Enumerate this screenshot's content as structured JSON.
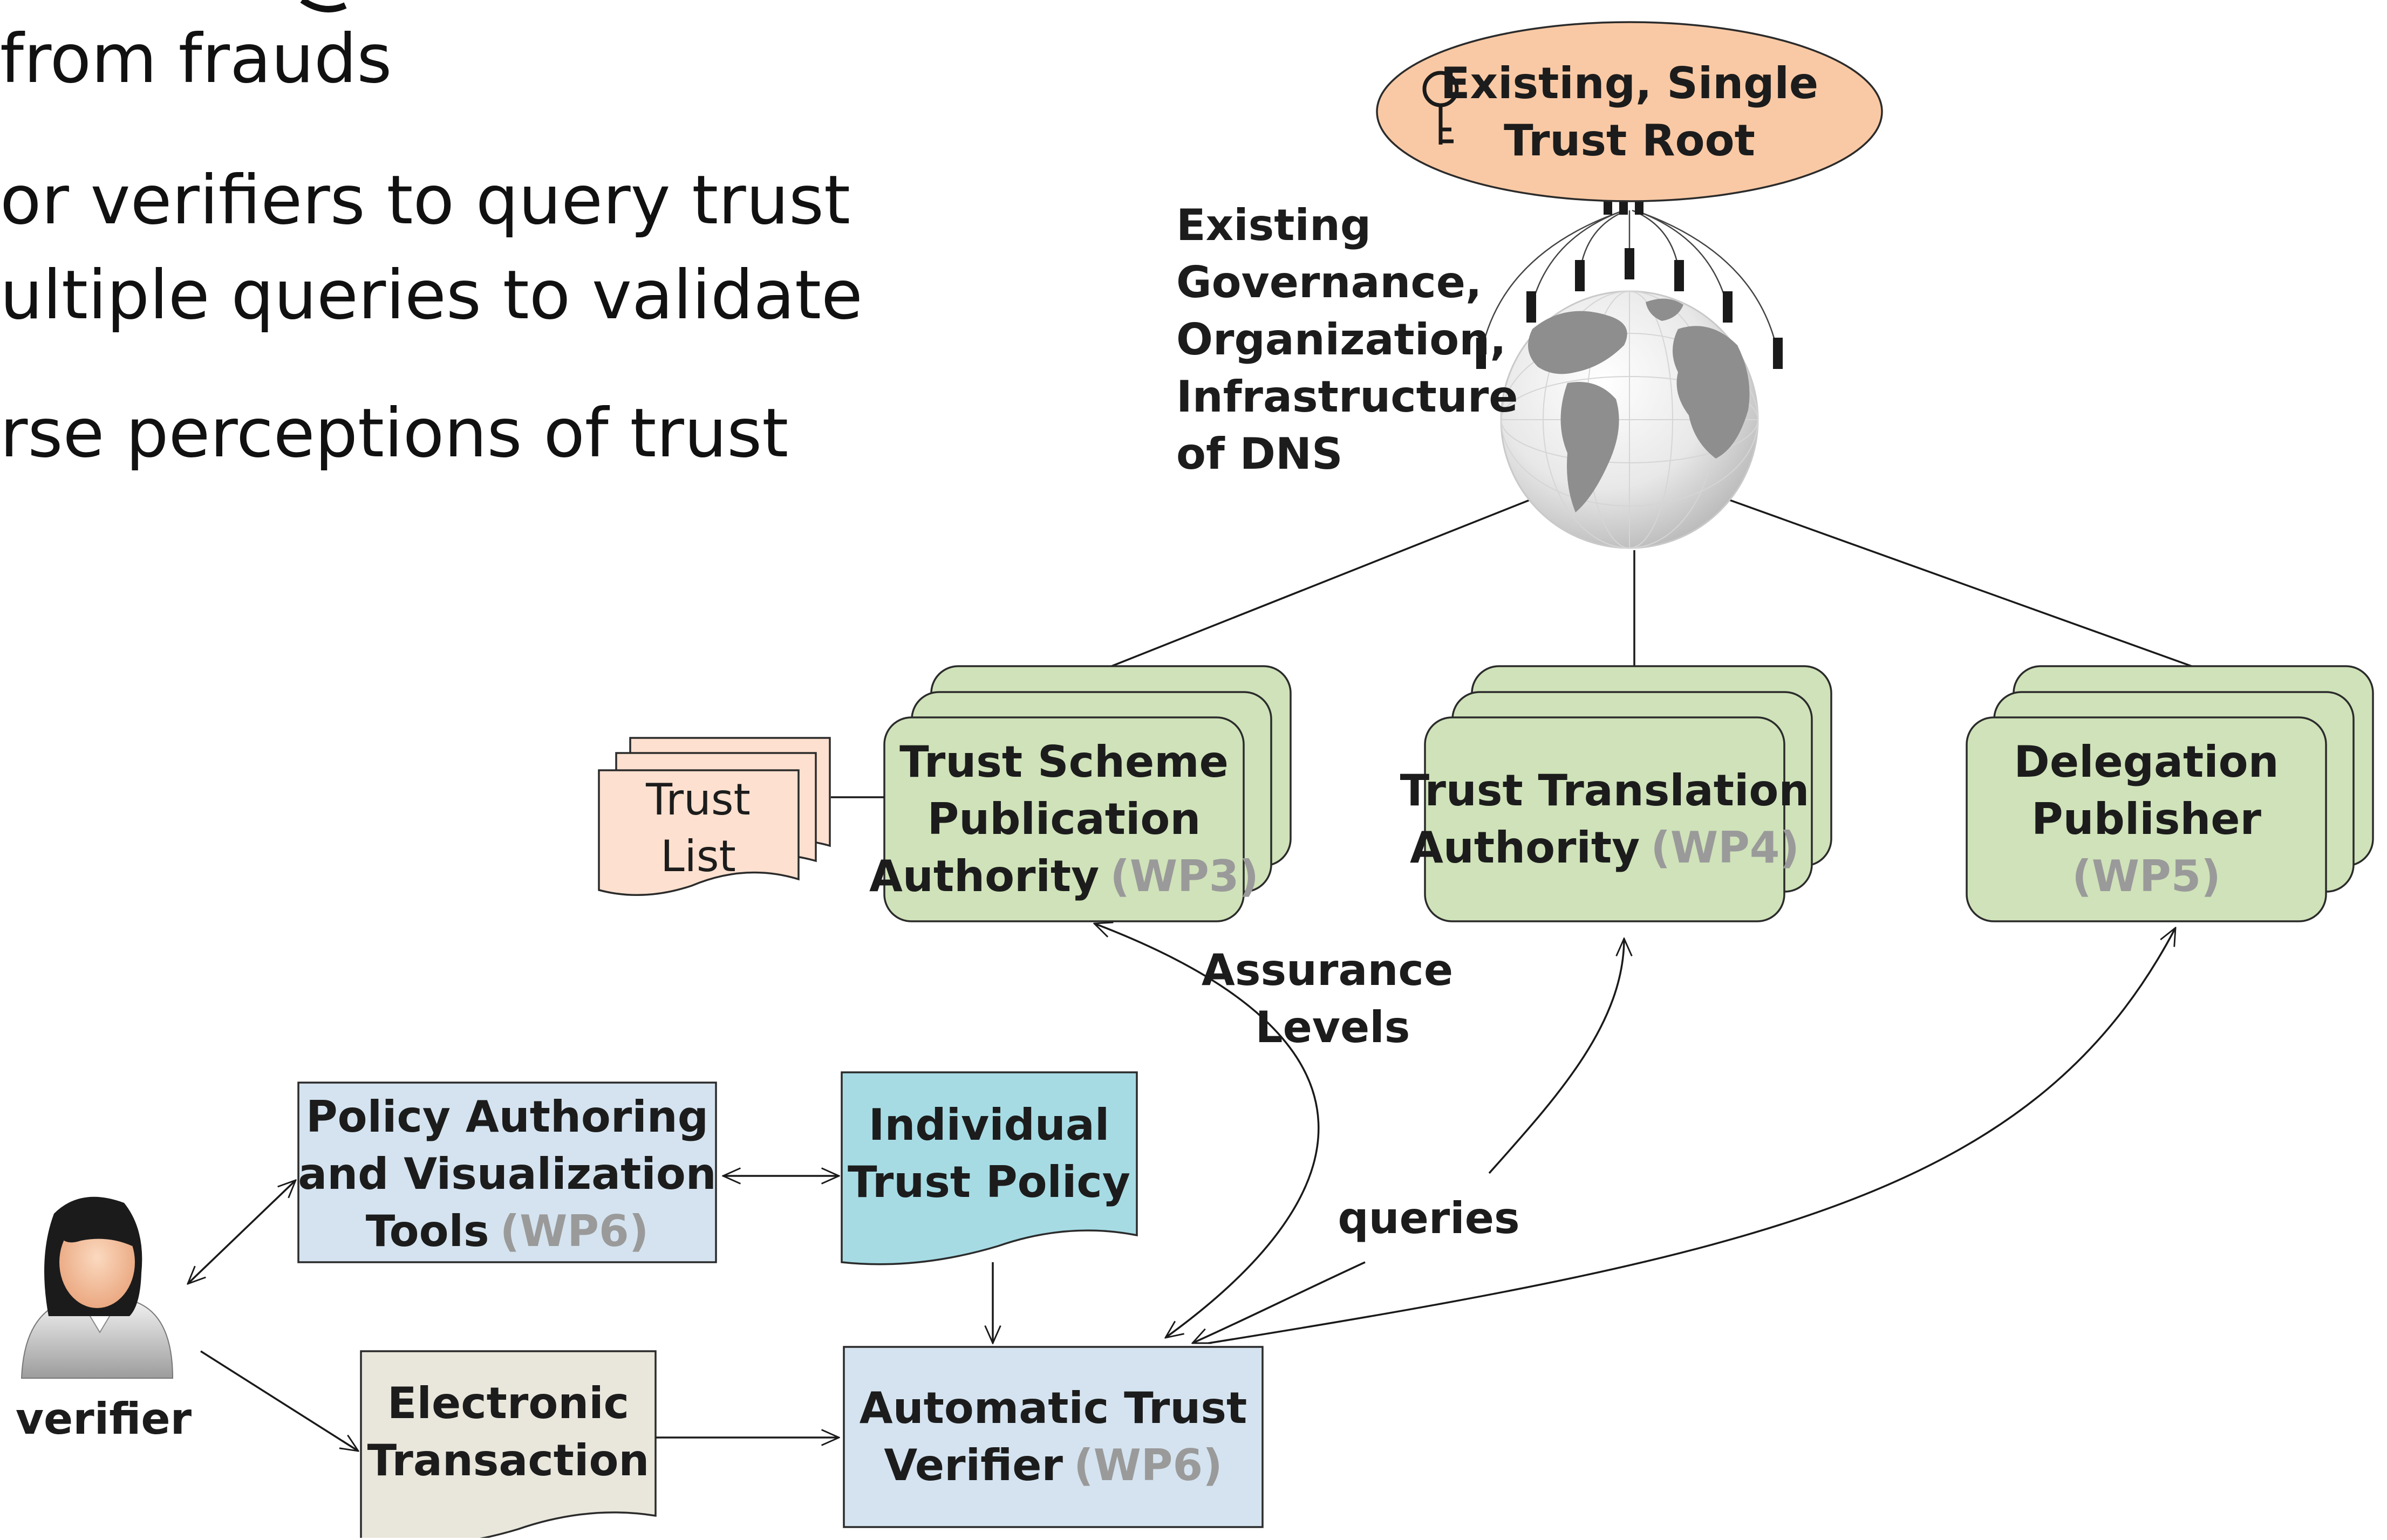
{
  "slide_text": {
    "line1": "from frauds",
    "line2": "or verifiers to query trust",
    "line3": "ultiple queries to validate",
    "line4": "rse perceptions of trust"
  },
  "trust_root": {
    "line1": "Existing, Single",
    "line2": "Trust Root"
  },
  "dns_label": [
    "Existing",
    "Governance,",
    "Organization,",
    "Infrastructure",
    "of DNS"
  ],
  "trust_list": {
    "line1": "Trust",
    "line2": "List"
  },
  "tspa": {
    "line1": "Trust Scheme",
    "line2": "Publication",
    "line3": "Authority",
    "wp": "(WP3)"
  },
  "tta": {
    "line1": "Trust Translation",
    "line2": "Authority",
    "wp": "(WP4)"
  },
  "dp": {
    "line1": "Delegation",
    "line2": "Publisher",
    "wp": "(WP5)"
  },
  "assurance": {
    "line1": "Assurance",
    "line2": "Levels"
  },
  "queries": "queries",
  "pavt": {
    "line1": "Policy Authoring",
    "line2": "and Visualization",
    "line3": "Tools",
    "wp": "(WP6)"
  },
  "itp": {
    "line1": "Individual",
    "line2": "Trust Policy"
  },
  "et": {
    "line1": "Electronic",
    "line2": "Transaction"
  },
  "atv": {
    "line1": "Automatic Trust",
    "line2": "Verifier",
    "wp": "(WP6)"
  },
  "verifier": "verifier",
  "colors": {
    "root_fill": "#f9c9a5",
    "green_fill": "#cfe2b9",
    "blue_fill": "#d4e3ef",
    "teal_fill": "#a6dbe4",
    "beige_fill": "#e9e7dc",
    "trust_list_fill": "#fde0cf"
  }
}
